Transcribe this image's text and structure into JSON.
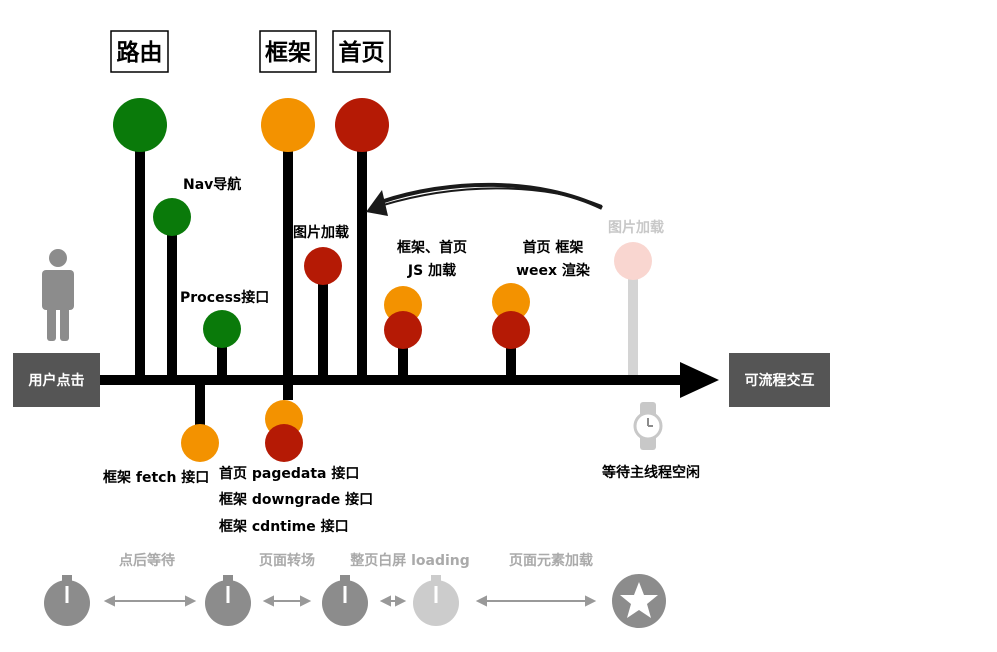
{
  "milestones": {
    "route": "路由",
    "framework": "框架",
    "home": "首页"
  },
  "ends": {
    "start": "用户点击",
    "end": "可流程交互"
  },
  "labels": {
    "nav": "Nav导航",
    "process": "Process接口",
    "image_load": "图片加载",
    "framework_home_js_1": "框架、首页",
    "framework_home_js_2": "JS 加载",
    "weex_render_1": "首页 框架",
    "weex_render_2": "weex 渲染",
    "image_load_faded": "图片加载",
    "fetch_api": "框架 fetch 接口",
    "pagedata_api": "首页 pagedata 接口",
    "downgrade_api": "框架 downgrade 接口",
    "cdntime_api": "框架 cdntime 接口",
    "wait_idle": "等待主线程空闲"
  },
  "phases": [
    "点后等待",
    "页面转场",
    "整页白屏 loading",
    "页面元素加载"
  ],
  "colors": {
    "green": "#0a7a0a",
    "orange": "#f39200",
    "red": "#b51a05",
    "faded_red": "#f9d6d0",
    "timeline": "#000000",
    "box_bg": "#555555",
    "box_text": "#ffffff",
    "gray_text": "#aaaaaa",
    "timer_gray": "#8c8c8c",
    "timer_light": "#cccccc"
  },
  "icons": {
    "person": "person-icon",
    "watch": "watch-icon",
    "timer": "stopwatch-icon",
    "star": "star-icon",
    "arrow": "curved-arrow-icon"
  }
}
